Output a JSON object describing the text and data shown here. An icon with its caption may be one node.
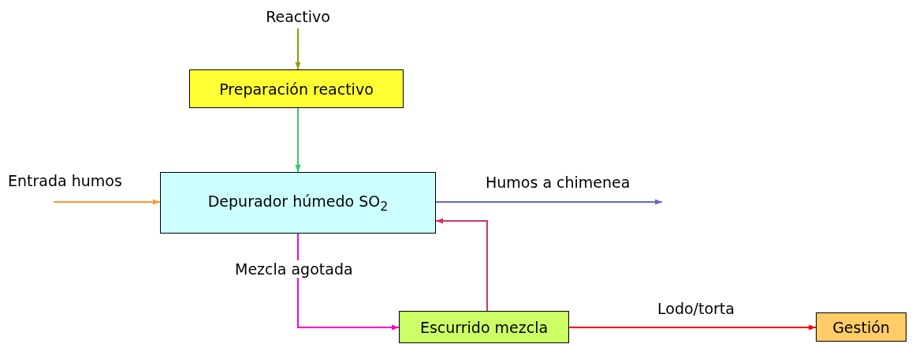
{
  "diagram": {
    "nodes": [
      {
        "text": [
          "Reactivo"
        ]
      },
      {
        "text": [
          "Preparación reactivo"
        ]
      },
      {
        "text": [
          "Depurador húmedo SO$_{2}$"
        ]
      },
      {
        "text": [
          "Escurrido mezcla"
        ]
      },
      {
        "text": [
          "Gestión"
        ]
      }
    ],
    "edges": [
      {
        "from": 0,
        "to": 1,
        "arrow": "to",
        "color": "#999900"
      },
      {
        "from": 1,
        "to": 2,
        "arrow": "to",
        "color": "#33cc66"
      },
      {
        "from": null,
        "to": 2,
        "arrow": "to",
        "label": "Entrada humos",
        "color": "#ff9933"
      },
      {
        "from": 2,
        "to": null,
        "arrow": "to",
        "label": "Humos a chimenea",
        "color": "#6666cc"
      },
      {
        "from": 2,
        "to": 3,
        "arrow": "to",
        "label": "Mezcla agotada",
        "color": "#ff00cc"
      },
      {
        "from": 3,
        "to": 2,
        "arrow": "to",
        "color": "#cc3366"
      },
      {
        "from": 3,
        "to": 4,
        "arrow": "to",
        "label": "Lodo/torta",
        "color": "#ff0000"
      }
    ]
  }
}
